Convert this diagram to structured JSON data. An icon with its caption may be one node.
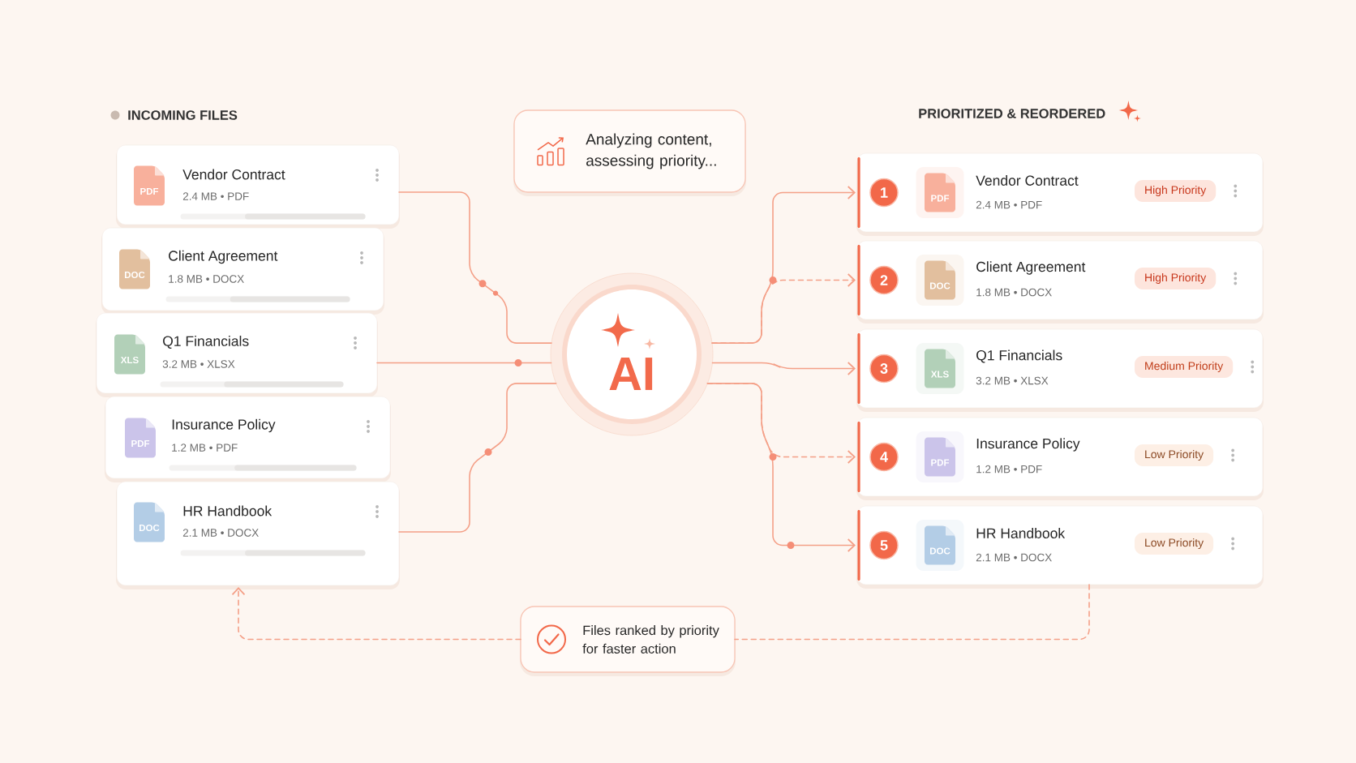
{
  "diagram": {
    "nodes": [
      {
        "text": [
          "Analyzing content, assessing priority..."
        ]
      },
      {
        "text": [
          "Vendor Contract",
          "2.4 MB • PDF"
        ]
      },
      {
        "text": [
          "PDF"
        ],
        "in": 1
      },
      {
        "text": [
          "Client Agreement",
          "1.8 MB • DOCX"
        ]
      },
      {
        "text": [
          "DOC"
        ],
        "in": 3
      },
      {
        "text": [
          "Q1 Financials",
          "3.2 MB • XLSX"
        ]
      },
      {
        "text": [
          "XLS"
        ],
        "in": 5
      },
      {
        "text": [
          "Insurance Policy",
          "1.2 MB • PDF"
        ]
      },
      {
        "text": [
          "PDF"
        ],
        "in": 7
      },
      {
        "text": [
          "HR Handbook",
          "2.1 MB • DOCX"
        ]
      },
      {
        "text": [
          "DOC"
        ],
        "in": 9
      },
      {
        "text": [
          "AI"
        ]
      },
      {
        "text": [
          "Vendor Contract",
          "2.4 MB • PDF"
        ]
      },
      {
        "text": [
          "1"
        ],
        "in": 12
      },
      {
        "text": [
          "PDF"
        ],
        "in": 12
      },
      {
        "text": [
          "High Priority"
        ],
        "in": 12
      },
      {
        "text": [
          "Client Agreement",
          "1.8 MB • DOCX"
        ]
      },
      {
        "text": [
          "2"
        ],
        "in": 16
      },
      {
        "text": [
          "DOC"
        ],
        "in": 16
      },
      {
        "text": [
          "High Priority"
        ],
        "in": 16
      },
      {
        "text": [
          "Q1 Financials",
          "3.2 MB • XLSX"
        ]
      },
      {
        "text": [
          "3"
        ],
        "in": 20
      },
      {
        "text": [
          "XLS"
        ],
        "in": 20
      },
      {
        "text": [
          "Medium Priority"
        ],
        "in": 20
      },
      {
        "text": [
          "Insurance Policy",
          "1.2 MB • PDF"
        ]
      },
      {
        "text": [
          "4"
        ],
        "in": 24
      },
      {
        "text": [
          "PDF"
        ],
        "in": 24
      },
      {
        "text": [
          "Low Priority"
        ],
        "in": 24
      },
      {
        "text": [
          "HR Handbook",
          "2.1 MB • DOCX"
        ]
      },
      {
        "text": [
          "5"
        ],
        "in": 28
      },
      {
        "text": [
          "DOC"
        ],
        "in": 28
      },
      {
        "text": [
          "Low Priority"
        ],
        "in": 28
      },
      {
        "text": [
          "Files ranked by priority for faster action"
        ]
      }
    ],
    "edges": [
      {
        "from": 1,
        "to": 11,
        "arrow": "none"
      },
      {
        "from": 5,
        "to": 11,
        "arrow": "none"
      },
      {
        "from": 9,
        "to": 11,
        "arrow": "none"
      },
      {
        "from": 11,
        "to": 12,
        "arrow": "to"
      },
      {
        "from": 11,
        "to": 16,
        "arrow": "to",
        "style": "dashed"
      },
      {
        "from": 11,
        "to": 20,
        "arrow": "to"
      },
      {
        "from": 11,
        "to": 24,
        "arrow": "to",
        "style": "dashed"
      },
      {
        "from": 11,
        "to": 28,
        "arrow": "to"
      },
      {
        "from": 28,
        "to": 32,
        "arrow": "none",
        "style": "dashed"
      },
      {
        "from": 32,
        "to": 9,
        "arrow": "to",
        "style": "dashed"
      }
    ],
    "labels": [
      "INCOMING FILES",
      "PRIORITIZED & REORDERED"
    ]
  }
}
